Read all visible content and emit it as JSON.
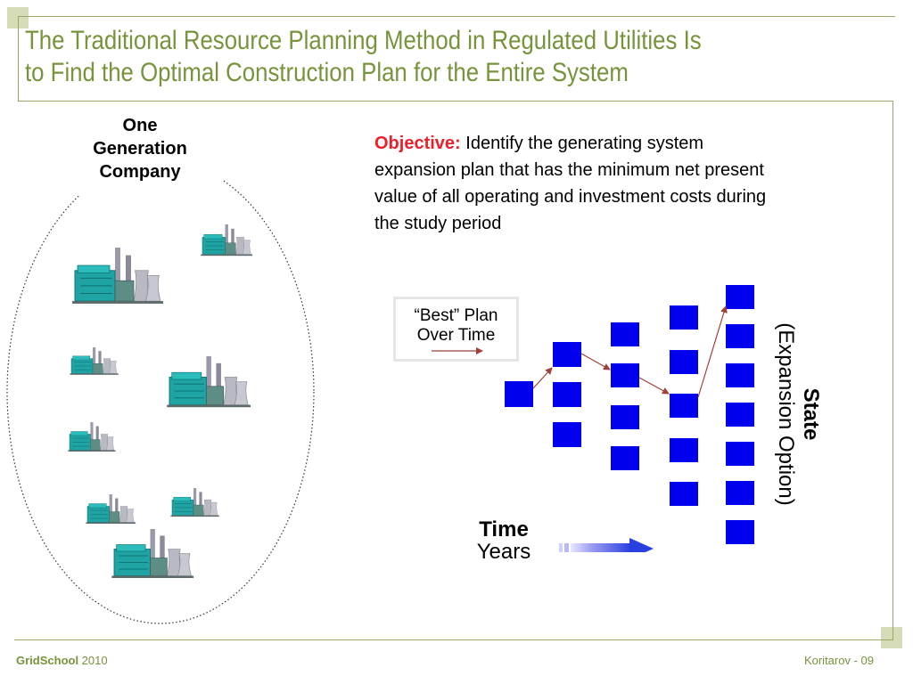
{
  "title": {
    "line1": "The Traditional Resource Planning Method in Regulated Utilities Is",
    "line2": "to Find the Optimal Construction Plan for the Entire System"
  },
  "company": {
    "line1": "One",
    "line2": "Generation",
    "line3": "Company"
  },
  "objective": {
    "label": "Objective:",
    "line1": " Identify the generating system",
    "line2": "expansion plan that has the minimum net present",
    "line3": "value of all operating and investment costs during",
    "line4": "the study period"
  },
  "legend": {
    "line1": "“Best” Plan",
    "line2": "Over Time"
  },
  "axes": {
    "time": "Time",
    "years": "Years",
    "state": "State",
    "expansion": "(Expansion Option)"
  },
  "footer": {
    "brand": "GridSchool",
    "year": " 2010",
    "page": "Koritarov  - 09"
  },
  "colors": {
    "title": "#77933c",
    "objective_label": "#e8212b",
    "node": "#0000ee",
    "path": "#a0403a",
    "frame": "#9aa666"
  }
}
